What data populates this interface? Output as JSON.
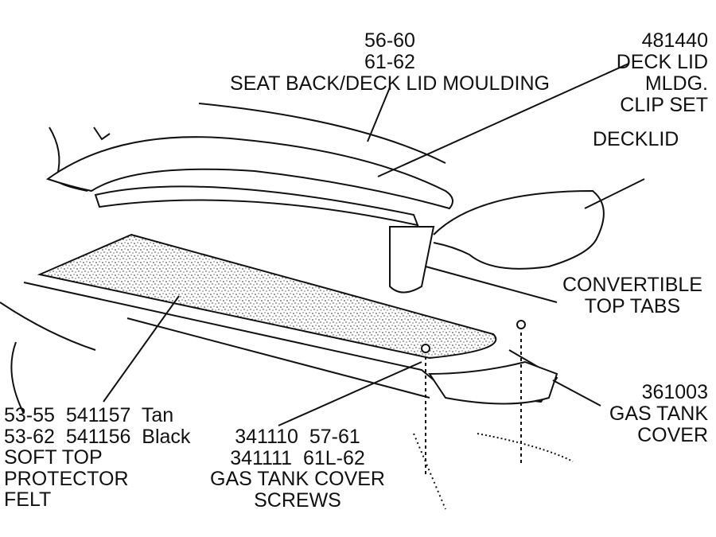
{
  "labels": {
    "moulding": {
      "line1": "56-60",
      "line2": "61-62",
      "line3": "SEAT BACK/DECK LID MOULDING"
    },
    "clip_set": {
      "line1": "481440",
      "line2": "DECK LID",
      "line3": "MLDG.",
      "line4": "CLIP SET"
    },
    "decklid": {
      "line1": "DECKLID"
    },
    "top_tabs": {
      "line1": "CONVERTIBLE",
      "line2": "TOP TABS"
    },
    "gas_tank_cover": {
      "line1": "361003",
      "line2": "GAS TANK",
      "line3": "COVER"
    },
    "felt": {
      "line1": "53-55  541157  Tan",
      "line2": "53-62  541156  Black",
      "line3": "SOFT TOP",
      "line4": "PROTECTOR",
      "line5": "FELT"
    },
    "screws": {
      "line1": "341110  57-61",
      "line2": "341111  61L-62",
      "line3": "GAS TANK COVER",
      "line4": "SCREWS"
    }
  }
}
